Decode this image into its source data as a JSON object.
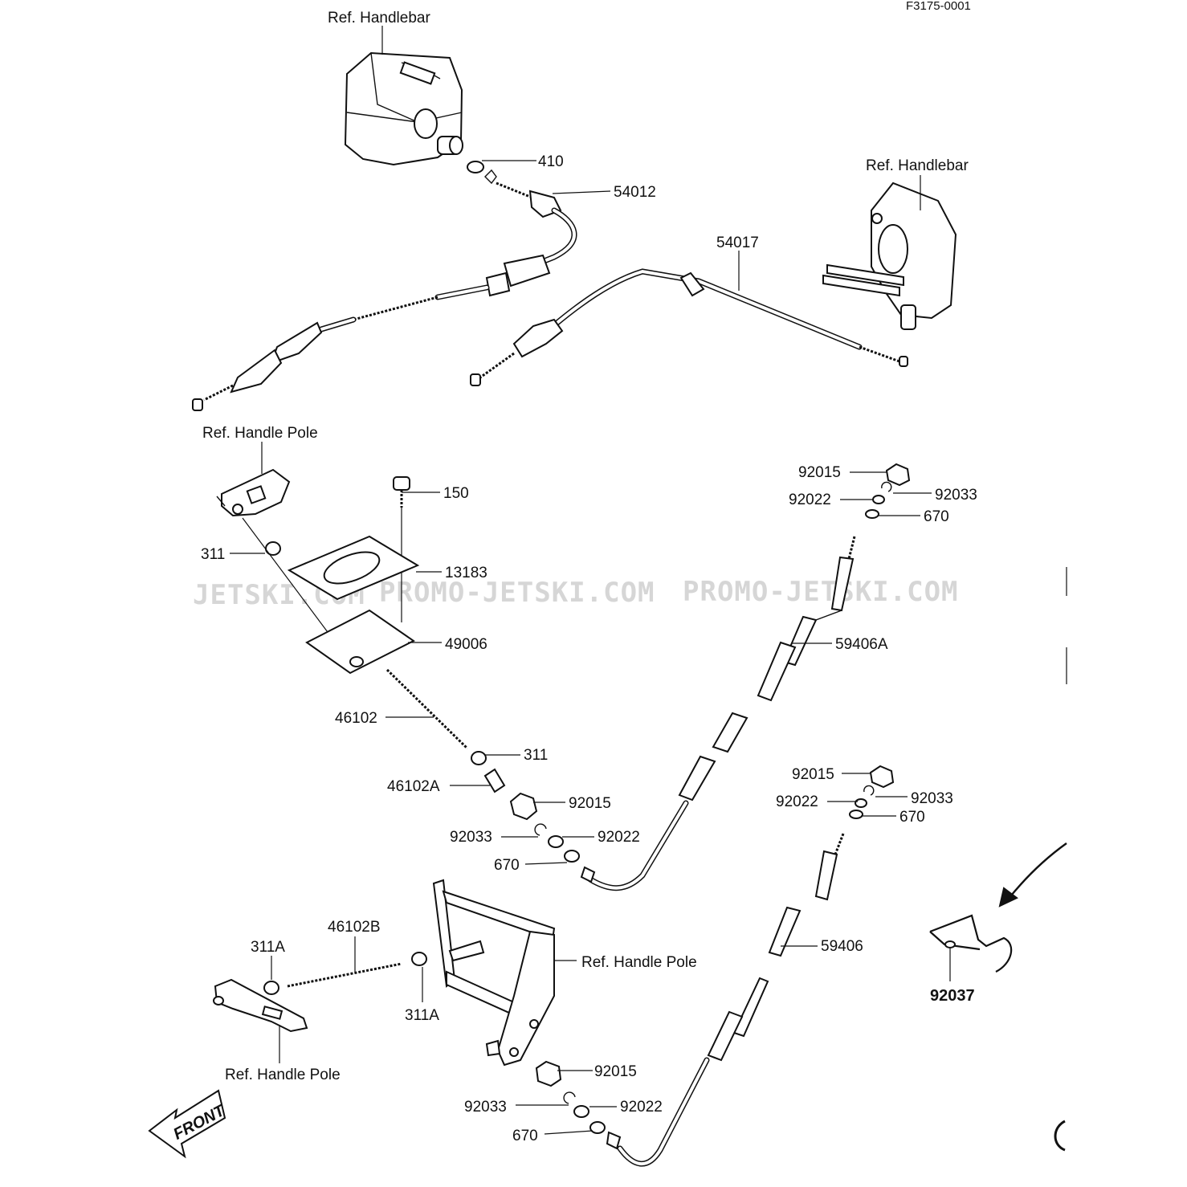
{
  "diagram": {
    "code": "F3175-0001",
    "watermark": [
      "JETSKI.COM",
      "PROMO-JETSKI.COM",
      "PROMO-JETSKI.COM"
    ],
    "front_label": "FRONT",
    "labels": {
      "ref_handlebar_left": "Ref. Handlebar",
      "ref_handlebar_right": "Ref. Handlebar",
      "ref_handle_pole_top": "Ref. Handle Pole",
      "ref_handle_pole_mid": "Ref. Handle Pole",
      "ref_handle_pole_bottom": "Ref. Handle Pole",
      "p410": "410",
      "p54012": "54012",
      "p54017": "54017",
      "p150": "150",
      "p311_a": "311",
      "p13183": "13183",
      "p49006": "49006",
      "p46102": "46102",
      "p311_b": "311",
      "p46102A": "46102A",
      "p92015_a": "92015",
      "p92033_a": "92033",
      "p92022_a": "92022",
      "p670_a": "670",
      "p92015_b": "92015",
      "p92022_b": "92022",
      "p92033_b": "92033",
      "p670_b": "670",
      "p59406A": "59406A",
      "p92015_c": "92015",
      "p92022_c": "92022",
      "p92033_c": "92033",
      "p670_c": "670",
      "p59406": "59406",
      "p92037": "92037",
      "p46102B": "46102B",
      "p311A_a": "311A",
      "p311A_b": "311A",
      "p92015_d": "92015",
      "p92033_d": "92033",
      "p92022_d": "92022",
      "p670_d": "670"
    }
  }
}
